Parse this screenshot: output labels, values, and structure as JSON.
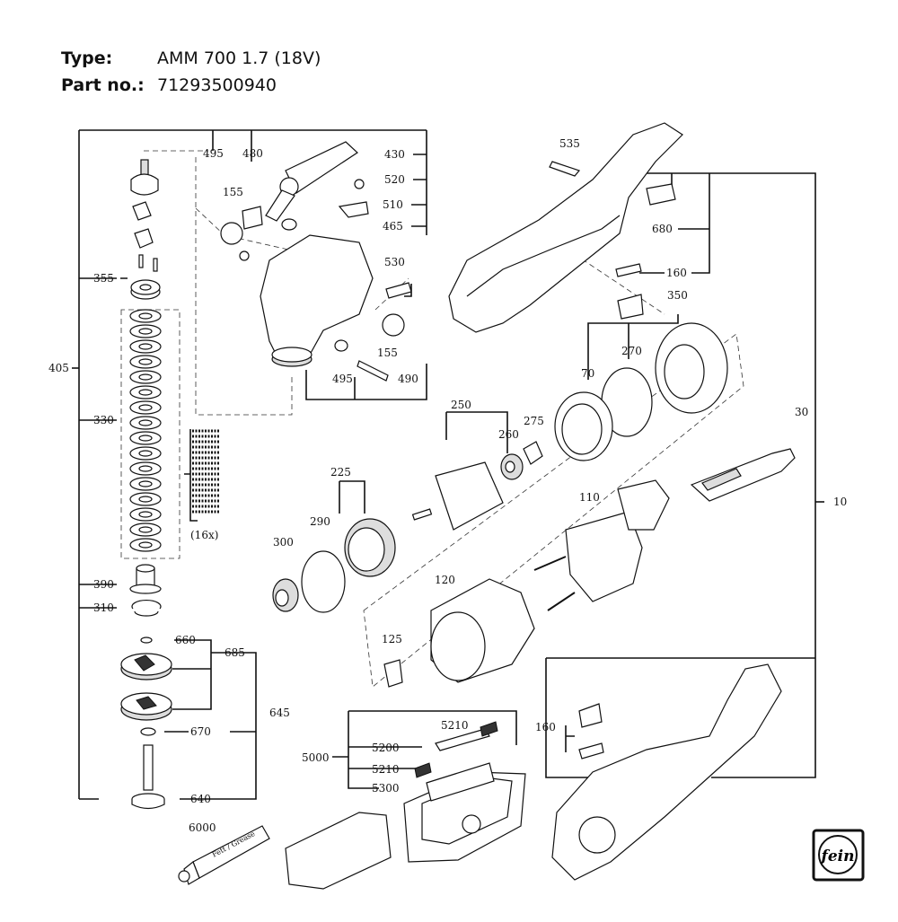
{
  "header": {
    "type_key": "Type:",
    "type_value": "AMM 700 1.7 (18V)",
    "part_key": "Part no.:",
    "part_value": "71293500940"
  },
  "labels": {
    "l495a": "495",
    "l480": "480",
    "l430": "430",
    "l520": "520",
    "l510": "510",
    "l465": "465",
    "l155a": "155",
    "l530": "530",
    "l155b": "155",
    "l495b": "495",
    "l490": "490",
    "l355": "355",
    "l405": "405",
    "l330": "330",
    "l16x": "(16x)",
    "l390": "390",
    "l310": "310",
    "l660": "660",
    "l685": "685",
    "l645": "645",
    "l670": "670",
    "l640": "640",
    "l6000": "6000",
    "l535": "535",
    "l680": "680",
    "l160a": "160",
    "l350": "350",
    "l270": "270",
    "l70": "70",
    "l250": "250",
    "l275": "275",
    "l260": "260",
    "l30": "30",
    "l10": "10",
    "l225": "225",
    "l290": "290",
    "l300": "300",
    "l110": "110",
    "l120": "120",
    "l125": "125",
    "l5210a": "5210",
    "l5200": "5200",
    "l5000": "5000",
    "l5210b": "5210",
    "l5300": "5300",
    "l160b": "160"
  },
  "tube_text": "Fett / Grease",
  "logo_text": "fein",
  "icons": [
    "fein-logo-icon"
  ]
}
